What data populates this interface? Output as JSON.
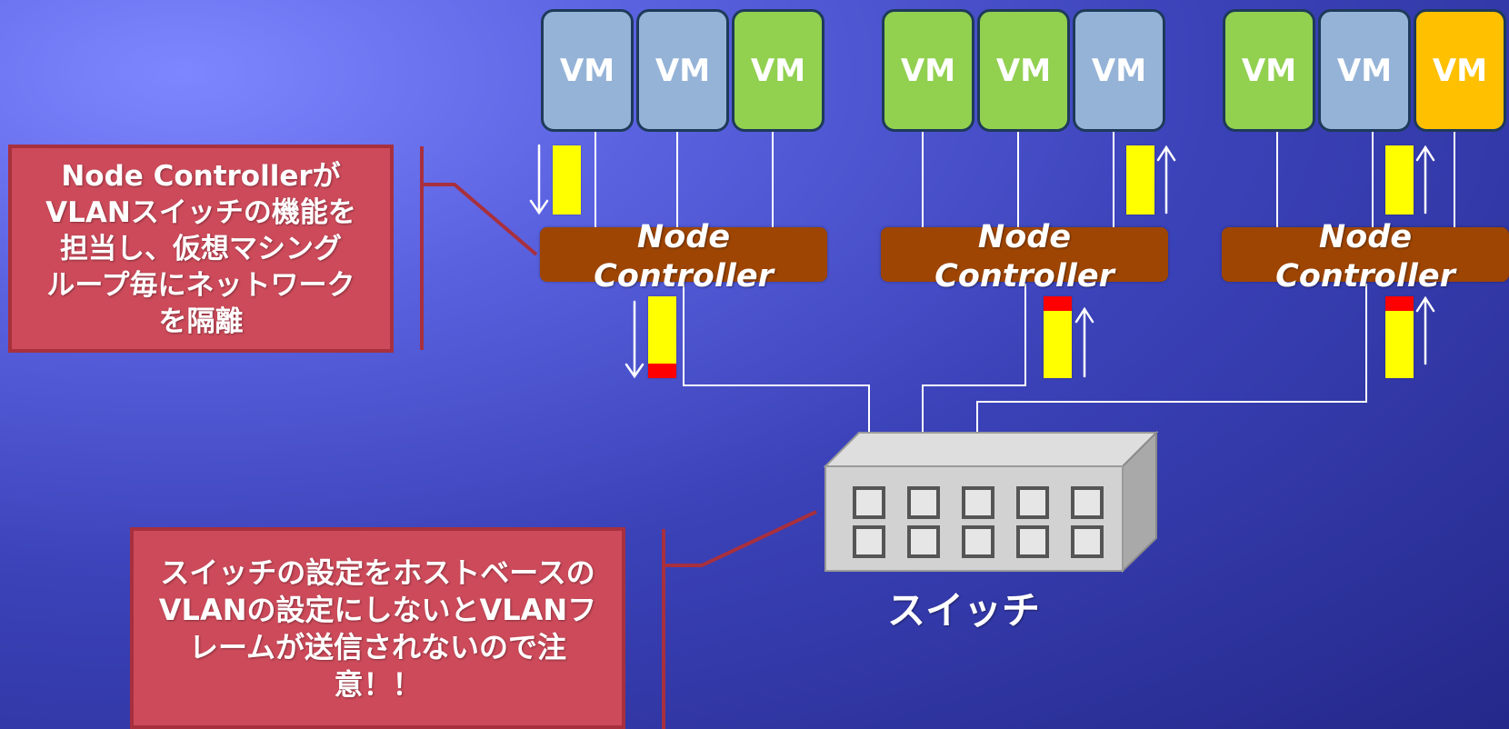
{
  "vms": [
    {
      "label": "VM",
      "color": "#95b3d7"
    },
    {
      "label": "VM",
      "color": "#95b3d7"
    },
    {
      "label": "VM",
      "color": "#92d050"
    },
    {
      "label": "VM",
      "color": "#92d050"
    },
    {
      "label": "VM",
      "color": "#92d050"
    },
    {
      "label": "VM",
      "color": "#95b3d7"
    },
    {
      "label": "VM",
      "color": "#92d050"
    },
    {
      "label": "VM",
      "color": "#95b3d7"
    },
    {
      "label": "VM",
      "color": "#ffc000"
    }
  ],
  "node_controllers": [
    {
      "line1": "Node",
      "line2": "Controller"
    },
    {
      "line1": "Node",
      "line2": "Controller"
    },
    {
      "line1": "Node",
      "line2": "Controller"
    }
  ],
  "callouts": {
    "top": "Node Controllerが\nVLANスイッチの機能を\n担当し、仮想マシング\nループ毎にネットワーク\nを隔離",
    "bottom": "スイッチの設定をホストベースの\nVLANの設定にしないとVLANフ\nレームが送信されないので注\n意！！"
  },
  "switch": {
    "label": "スイッチ"
  },
  "colors": {
    "vm_blue": "#95b3d7",
    "vm_green": "#92d050",
    "vm_orange": "#ffc000",
    "node_controller": "#9e4503",
    "frame": "#ffff00",
    "vlan_tag": "#ff0000",
    "callout_fill": "#cc4a5a",
    "callout_border": "#a8303e"
  }
}
